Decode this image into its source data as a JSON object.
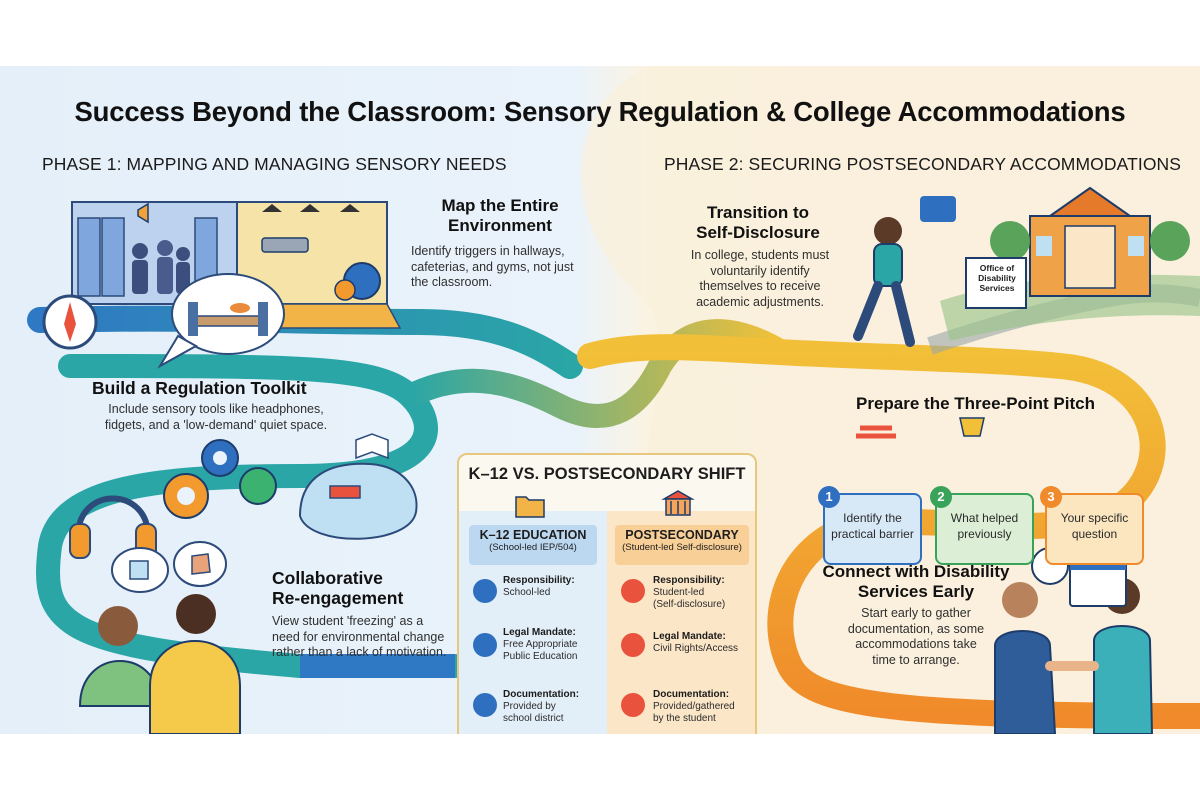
{
  "title": "Success Beyond the Classroom: Sensory Regulation & College Accommodations",
  "phase1": {
    "label": "PHASE 1: MAPPING AND MANAGING SENSORY NEEDS"
  },
  "phase2": {
    "label": "PHASE 2: SECURING POSTSECONDARY ACCOMMODATIONS"
  },
  "steps": {
    "map": {
      "title_line1": "Map the Entire",
      "title_line2": "Environment",
      "desc_line1": "Identify triggers in hallways,",
      "desc_line2": "cafeterias, and gyms, not just",
      "desc_line3": "the classroom."
    },
    "toolkit": {
      "title": "Build a Regulation Toolkit",
      "desc_line1": "Include sensory tools like headphones,",
      "desc_line2": "fidgets, and a 'low-demand' quiet space."
    },
    "collab": {
      "title_line1": "Collaborative",
      "title_line2": "Re-engagement",
      "desc_line1": "View student 'freezing' as a",
      "desc_line2": "need for environmental change",
      "desc_line3": "rather than a lack of motivation."
    },
    "transition": {
      "title_line1": "Transition to",
      "title_line2": "Self-Disclosure",
      "desc_line1": "In college, students must",
      "desc_line2": "voluntarily identify",
      "desc_line3": "themselves to receive",
      "desc_line4": "academic adjustments."
    },
    "pitch": {
      "title": "Prepare the Three-Point Pitch",
      "cards": [
        {
          "num": "1",
          "line1": "Identify the",
          "line2": "practical barrier"
        },
        {
          "num": "2",
          "line1": "What helped",
          "line2": "previously"
        },
        {
          "num": "3",
          "line1": "Your specific",
          "line2": "question"
        }
      ]
    },
    "connect": {
      "title_line1": "Connect with Disability",
      "title_line2": "Services Early",
      "desc_line1": "Start early to gather",
      "desc_line2": "documentation, as some",
      "desc_line3": "accommodations take",
      "desc_line4": "time to arrange."
    }
  },
  "sign": {
    "line1": "Office of",
    "line2": "Disability",
    "line3": "Services"
  },
  "comparison": {
    "title": "K–12 VS. POSTSECONDARY SHIFT",
    "k12": {
      "title": "K–12 EDUCATION",
      "subtitle": "(School-led IEP/504)",
      "rows": [
        {
          "label": "Responsibility:",
          "line1": "School-led"
        },
        {
          "label": "Legal Mandate:",
          "line1": "Free Appropriate",
          "line2": "Public Education"
        },
        {
          "label": "Documentation:",
          "line1": "Provided by",
          "line2": "school district"
        }
      ]
    },
    "post": {
      "title": "POSTSECONDARY",
      "subtitle": "(Student-led Self-disclosure)",
      "rows": [
        {
          "label": "Responsibility:",
          "line1": "Student-led",
          "line2": "(Self-disclosure)"
        },
        {
          "label": "Legal Mandate:",
          "line1": "Civil Rights/Access"
        },
        {
          "label": "Documentation:",
          "line1": "Provided/gathered",
          "line2": "by the student"
        }
      ]
    }
  },
  "colors": {
    "path_blue": "#2f78c4",
    "path_teal": "#2aa6a6",
    "path_yellow": "#f2c038",
    "path_orange": "#f08a2a",
    "panel_border": "#e7c780"
  }
}
